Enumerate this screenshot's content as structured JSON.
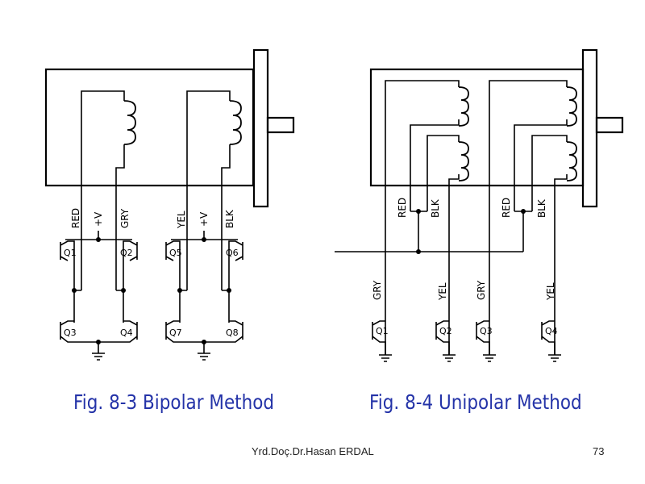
{
  "slide": {
    "caption_left": "Fig. 8-3 Bipolar Method",
    "caption_right": "Fig. 8-4 Unipolar Method",
    "author": "Yrd.Doç.Dr.Hasan ERDAL",
    "page_number": "73"
  },
  "bipolar": {
    "wire_labels": [
      "RED",
      "+V",
      "GRY",
      "YEL",
      "+V",
      "BLK"
    ],
    "transistors": [
      "Q1",
      "Q2",
      "Q5",
      "Q6",
      "Q3",
      "Q4",
      "Q7",
      "Q8"
    ]
  },
  "unipolar": {
    "wire_labels": [
      "RED",
      "BLK",
      "RED",
      "BLK",
      "GRY",
      "YEL",
      "GRY",
      "YEL"
    ],
    "transistors": [
      "Q1",
      "Q2",
      "Q3",
      "Q4"
    ]
  }
}
